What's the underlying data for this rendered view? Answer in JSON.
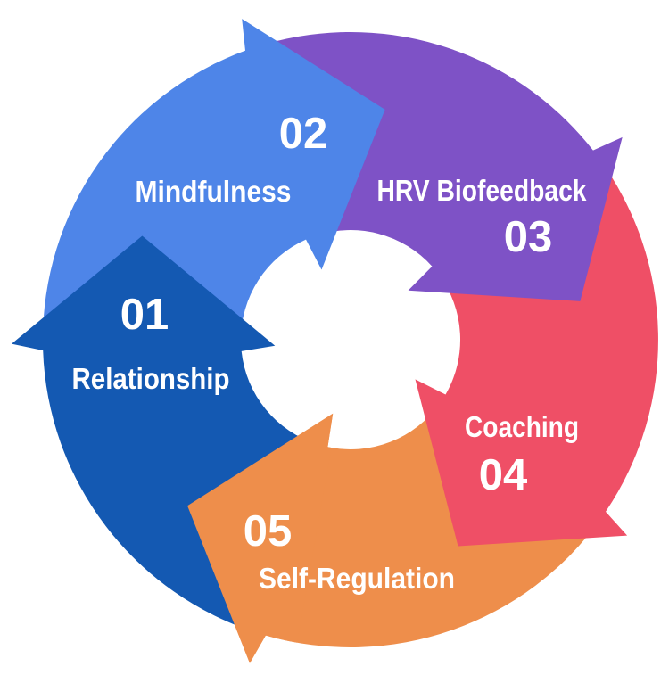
{
  "diagram": {
    "kind": "cycle",
    "direction": "clockwise",
    "background_color": "#ffffff",
    "center_color": "#ffffff",
    "text_color": "#ffffff"
  },
  "segments": [
    {
      "number": "01",
      "label": "Relationship",
      "color": "#1459B2"
    },
    {
      "number": "02",
      "label": "Mindfulness",
      "color": "#4E85E8"
    },
    {
      "number": "03",
      "label": "HRV Biofeedback",
      "color": "#7E52C6"
    },
    {
      "number": "04",
      "label": "Coaching",
      "color": "#EF4F66"
    },
    {
      "number": "05",
      "label": "Self-Regulation",
      "color": "#EE8E4B"
    }
  ]
}
